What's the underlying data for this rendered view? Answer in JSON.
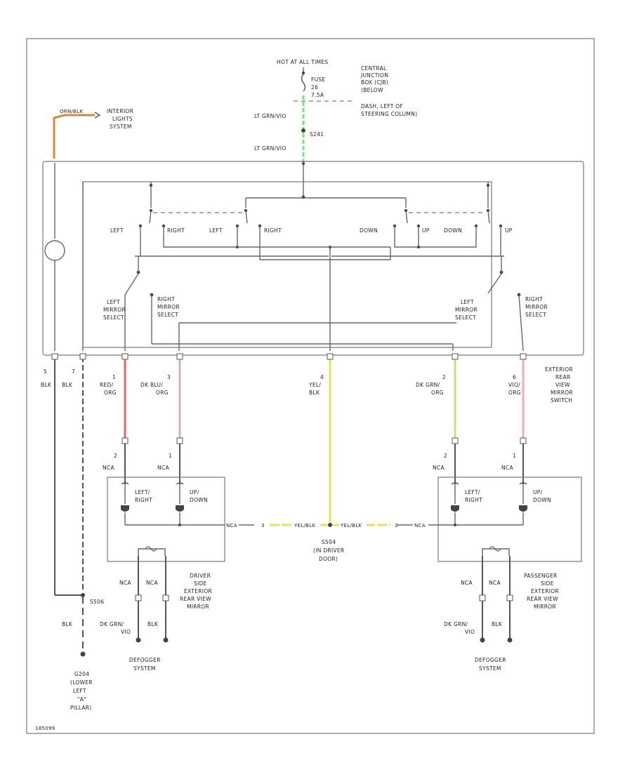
{
  "colors": {
    "background": "#ffffff",
    "frame": "#777777",
    "wire": "#555555",
    "lt_grn_vio": "#7ee07e",
    "red_org": "#f06060",
    "dk_blu_org": "#d9b0b0",
    "yel_blk": "#e3e35a",
    "dk_grn_org": "#c8e07a",
    "vio_org": "#f0a6c6",
    "orn_blk": "#d48a3a",
    "dk_grn_vio": "#c8a0c8"
  },
  "power": {
    "hot": "HOT AT ALL TIMES",
    "fuse": "FUSE",
    "fuse_no": "26",
    "amps": "7.5A",
    "cjb": [
      "CENTRAL",
      "JUNCTION",
      "BOX (CJB)",
      "(BELOW",
      "DASH, LEFT OF",
      "STEERING COLUMN)"
    ],
    "wire_top": "LT GRN/VIO",
    "splice": "S241",
    "wire_bottom": "LT GRN/VIO"
  },
  "interior_lights": {
    "wire": "ORN/BLK",
    "label": [
      "INTERIOR",
      "LIGHTS",
      "SYSTEM"
    ]
  },
  "switch": {
    "lr_labels": {
      "left1": "LEFT",
      "right1": "RIGHT",
      "left2": "LEFT",
      "right2": "RIGHT"
    },
    "ud_labels": {
      "down1": "DOWN",
      "up1": "UP",
      "down2": "DOWN",
      "up2": "UP"
    },
    "left_select": [
      "LEFT",
      "MIRROR",
      "SELECT"
    ],
    "right_select": [
      "RIGHT",
      "MIRROR",
      "SELECT"
    ],
    "left_select_b": [
      "LEFT",
      "MIRROR",
      "SELECT"
    ],
    "right_select_b": [
      "RIGHT",
      "MIRROR",
      "SELECT"
    ],
    "name": [
      "EXTERIOR",
      "REAR",
      "VIEW",
      "MIRROR",
      "SWITCH"
    ]
  },
  "pins": [
    {
      "pin": "5",
      "wire": [
        "BLK"
      ]
    },
    {
      "pin": "7",
      "wire": [
        "BLK"
      ]
    },
    {
      "pin": "1",
      "wire": [
        "RED/",
        "ORG"
      ]
    },
    {
      "pin": "3",
      "wire": [
        "DK BLU/",
        "ORG"
      ]
    },
    {
      "pin": "4",
      "wire": [
        "YEL/",
        "BLK"
      ]
    },
    {
      "pin": "2",
      "wire": [
        "DK GRN/",
        "ORG"
      ]
    },
    {
      "pin": "6",
      "wire": [
        "VIO/",
        "ORG"
      ]
    }
  ],
  "driver_mirror": {
    "pin_left": "2",
    "pin_right": "1",
    "nca_left": "NCA",
    "nca_right": "NCA",
    "motor_left": [
      "LEFT/",
      "RIGHT"
    ],
    "motor_right": [
      "UP/",
      "DOWN"
    ],
    "ground_nca": "NCA",
    "ground_pin": "3",
    "name": [
      "DRIVER",
      "SIDE",
      "EXTERIOR",
      "REAR VIEW",
      "MIRROR"
    ],
    "heater_nca_left": "NCA",
    "heater_nca_right": "NCA",
    "heater_wire_left": [
      "DK GRN/",
      "VIO"
    ],
    "heater_wire_right": "BLK",
    "defogger": [
      "DEFOGGER",
      "SYSTEM"
    ]
  },
  "passenger_mirror": {
    "pin_left": "2",
    "pin_right": "1",
    "nca_left": "NCA",
    "nca_right": "NCA",
    "motor_left": [
      "LEFT/",
      "RIGHT"
    ],
    "motor_right": [
      "UP/",
      "DOWN"
    ],
    "ground_nca": "NCA",
    "ground_pin": "3",
    "name": [
      "PASSENGER",
      "SIDE",
      "EXTERIOR",
      "REAR VIEW",
      "MIRROR"
    ],
    "heater_nca_left": "NCA",
    "heater_nca_right": "NCA",
    "heater_wire_left": [
      "DK GRN/",
      "VIO"
    ],
    "heater_wire_right": "BLK",
    "defogger": [
      "DEFOGGER",
      "SYSTEM"
    ]
  },
  "common": {
    "wire_left": "YEL/BLK",
    "wire_right": "YEL/BLK",
    "splice": [
      "S504",
      "(IN DRIVER",
      "DOOR)"
    ]
  },
  "ground": {
    "splice": "S506",
    "wire": "BLK",
    "point": [
      "G204",
      "(LOWER",
      "LEFT",
      "\"A\"",
      "PILLAR)"
    ]
  },
  "footer_id": "185099"
}
